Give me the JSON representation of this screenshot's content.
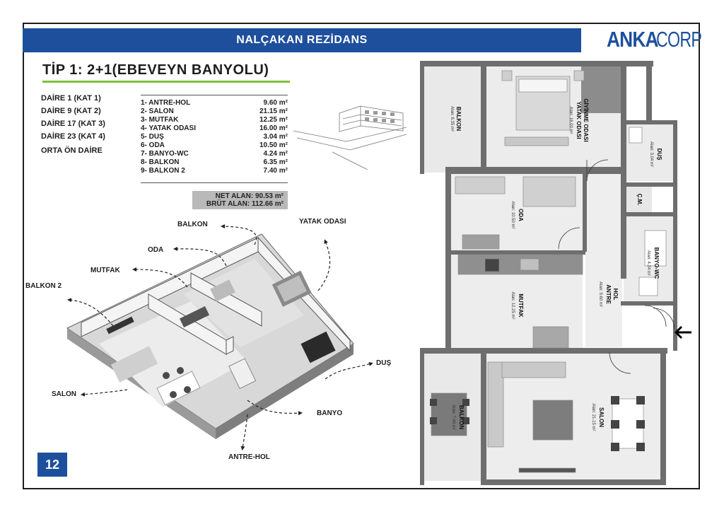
{
  "header": {
    "title": "NALÇAKAN REZİDANS",
    "logo_bold": "ANKA",
    "logo_light": "CORP"
  },
  "type_title": "TİP 1: 2+1(EBEVEYN BANYOLU)",
  "units": [
    "DAİRE 1 (KAT 1)",
    "DAİRE 9  (KAT 2)",
    "DAİRE 17 (KAT 3)",
    "DAİRE 23 (KAT 4)",
    "ORTA ÖN DAİRE"
  ],
  "rooms": [
    {
      "label": "1- ANTRE-HOL",
      "area": "9.60 m²"
    },
    {
      "label": "2- SALON",
      "area": "21.15 m²"
    },
    {
      "label": "3- MUTFAK",
      "area": "12.25 m²"
    },
    {
      "label": "4- YATAK ODASI",
      "area": "16.00 m²"
    },
    {
      "label": "5- DUŞ",
      "area": "3.04 m²"
    },
    {
      "label": "6- ODA",
      "area": "10.50 m²"
    },
    {
      "label": "7- BANYO-WC",
      "area": "4.24 m²"
    },
    {
      "label": "8- BALKON",
      "area": "6.35 m²"
    },
    {
      "label": "9- BALKON 2",
      "area": "7.40 m²"
    }
  ],
  "totals": {
    "net": "NET ALAN: 90.53 m²",
    "gross": "BRÜT ALAN: 112.66 m²"
  },
  "callouts": {
    "balkon": "BALKON",
    "yatak_odasi": "YATAK ODASI",
    "oda": "ODA",
    "mutfak": "MUTFAK",
    "balkon2": "BALKON 2",
    "dus": "DUŞ",
    "salon": "SALON",
    "banyo": "BANYO",
    "antre_hol": "ANTRE-HOL"
  },
  "plan_labels": {
    "balkon_top": "BALKON",
    "balkon_top_area": "Alan: 6.35 m²",
    "yatak": "YATAK ODASI",
    "yatak2": "GİYİNME ODASI",
    "yatak_area": "Alan: 16.00 m²",
    "dus": "DUŞ",
    "dus_area": "Alan: 3.04 m²",
    "cm": "Ç.M.",
    "oda": "ODA",
    "oda_area": "Alan: 10.50 m²",
    "banyo": "BANYO-WC",
    "banyo_area": "Alan: 4.24 m²",
    "antre": "ANTRE",
    "antre2": "HOL",
    "antre_area": "Alan: 9.60 m²",
    "mutfak": "MUTFAK",
    "mutfak_area": "Alan: 12.25 m²",
    "balkon_bot": "BALKON",
    "balkon_bot_area": "Alan: 7.40 m²",
    "salon": "SALON",
    "salon_area": "Alan: 21.15 m²"
  },
  "page_number": "12",
  "colors": {
    "brand": "#1d4f9d",
    "accent": "#7cbf3a"
  }
}
